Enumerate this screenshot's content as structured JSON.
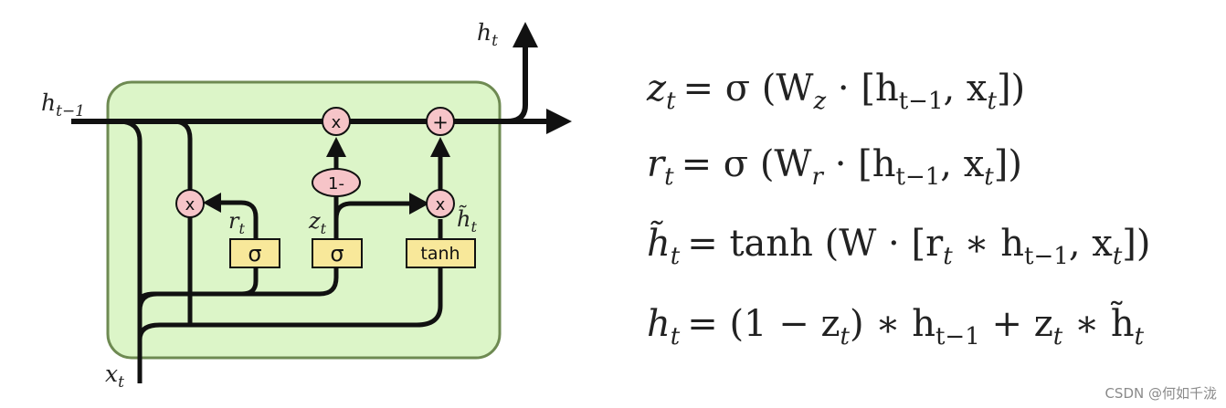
{
  "diagram": {
    "labels": {
      "h_prev": {
        "base": "h",
        "sub": "t−1"
      },
      "h_out": {
        "base": "h",
        "sub": "t"
      },
      "x_in": {
        "base": "x",
        "sub": "t"
      },
      "r": {
        "base": "r",
        "sub": "t"
      },
      "z": {
        "base": "z",
        "sub": "t"
      },
      "h_tilde": {
        "base": "h̃",
        "sub": "t"
      }
    },
    "gates": {
      "reset_sigma": "σ",
      "update_sigma": "σ",
      "candidate_tanh": "tanh"
    },
    "ops": {
      "reset_multiply": "x",
      "top_multiply": "x",
      "candidate_multiply": "x",
      "add": "+",
      "one_minus": "1-"
    }
  },
  "equations": [
    {
      "lhs": "z",
      "lhs_sub": "t",
      "rhs": "= σ (W",
      "rhs_sub": "z",
      "rhs_tail": " · [h",
      "tail_sub": "t−1",
      "end": ", x",
      "end_sub": "t",
      "close": "])"
    },
    {
      "lhs": "r",
      "lhs_sub": "t",
      "rhs": "= σ (W",
      "rhs_sub": "r",
      "rhs_tail": " · [h",
      "tail_sub": "t−1",
      "end": ", x",
      "end_sub": "t",
      "close": "])"
    },
    {
      "lhs": "h̃",
      "lhs_sub": "t",
      "rhs": "= tanh (W · [r",
      "rhs_sub": "t",
      "rhs_tail": " ∗ h",
      "tail_sub": "t−1",
      "end": ", x",
      "end_sub": "t",
      "close": "])"
    },
    {
      "lhs": "h",
      "lhs_sub": "t",
      "rhs": "= (1 − z",
      "rhs_sub": "t",
      "rhs_tail": ") ∗ h",
      "tail_sub": "t−1",
      "end": " + z",
      "end_sub": "t",
      "close": " ∗ h̃",
      "close_sub": "t"
    }
  ],
  "watermark": "CSDN @何如千泷",
  "colors": {
    "cell_fill": "#dcf5c8",
    "cell_border": "#6e8a52",
    "op_fill": "#f6c4c8",
    "gate_fill": "#f8e89a",
    "line": "#111111"
  }
}
